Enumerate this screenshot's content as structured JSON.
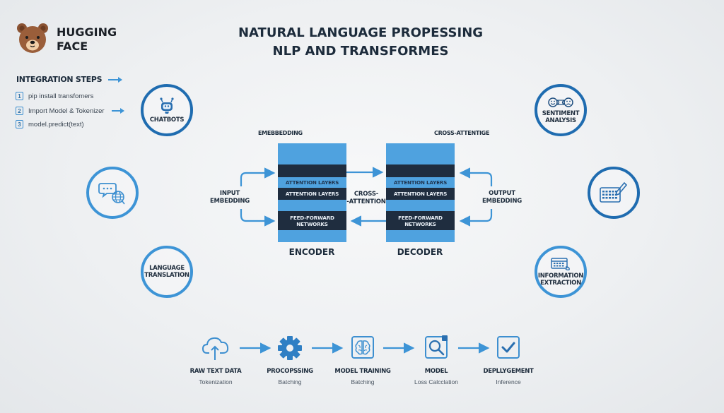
{
  "brand": {
    "name_line1": "HUGGING",
    "name_line2": "FACE",
    "icon": "bear-face-icon"
  },
  "title": {
    "line1": "NATURAL LANGUAGE PROPESSING",
    "line2": "NLP AND TRANSFORMES"
  },
  "integration_steps": {
    "heading": "INTEGRATION STEPS",
    "items": [
      {
        "num": "1",
        "text": "pip install transfomers"
      },
      {
        "num": "2",
        "text": "Import Model & Tokenizer"
      },
      {
        "num": "3",
        "text": "model.predict(text)"
      }
    ]
  },
  "applications_left": [
    {
      "label": "CHATBOTS",
      "icon": "robot-icon"
    },
    {
      "label": "",
      "icon": "chat-globe-icon"
    },
    {
      "label": "LANGUAGE TRANSLATION",
      "icon": ""
    }
  ],
  "applications_right": [
    {
      "label": "SENTIMENT ANALYSIS",
      "icon": "sentiment-faces-icon"
    },
    {
      "label": "",
      "icon": "keyboard-pen-icon"
    },
    {
      "label": "INFORMATION EXTRACTION",
      "icon": "table-extract-icon"
    }
  ],
  "architecture": {
    "encoder": {
      "top_label": "EMEBBEDDING",
      "name": "ENCODER",
      "layers": [
        "ATTENTION LAYERS",
        "ATTENTION LAYERS",
        "FEED-FORWARD NETWORKS"
      ]
    },
    "decoder": {
      "top_label": "CROSS-ATTENTIGE",
      "name": "DECODER",
      "layers": [
        "ATTENTION LAYERS",
        "ATTENTION LAYERS",
        "FEED-FORWARD NETWORKS"
      ]
    },
    "input_label": {
      "line1": "INPUT",
      "line2": "EMBEDDING"
    },
    "output_label": {
      "line1": "OUTPUT",
      "line2": "EMBEDDING"
    },
    "cross_label": {
      "line1": "CROSS-",
      "line2": "-ATTENTION"
    }
  },
  "pipeline": [
    {
      "name": "RAW TEXT DATA",
      "sub": "Tokenization",
      "icon": "cloud-upload-icon"
    },
    {
      "name": "PROCOPSSING",
      "sub": "Batching",
      "icon": "gear-icon"
    },
    {
      "name": "MODEL TRAINING",
      "sub": "Batching",
      "icon": "brain-icon"
    },
    {
      "name": "MODEL",
      "sub": "Loss Calcclation",
      "icon": "magnifier-icon"
    },
    {
      "name": "DEPLLYGEMENT",
      "sub": "Inference",
      "icon": "checkbox-icon"
    }
  ],
  "colors": {
    "accent": "#3d94d6",
    "dark_accent": "#1f6cb0",
    "block_blue": "#4fa2df",
    "block_dark": "#1f2d3f",
    "text": "#1c2b3b"
  }
}
